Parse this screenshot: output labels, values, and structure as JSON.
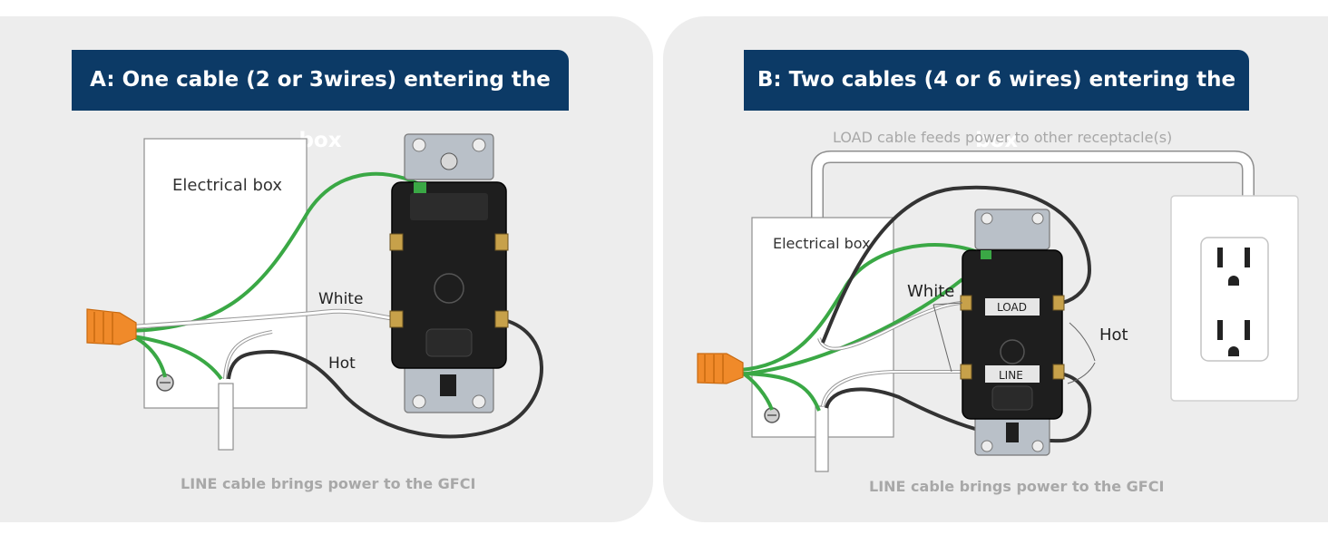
{
  "panel_a": {
    "title": "A: One cable (2 or 3wires) entering the box",
    "box_label": "Electrical box",
    "white_label": "White",
    "hot_label": "Hot",
    "caption": "LINE cable brings power to the GFCI"
  },
  "panel_b": {
    "title": "B: Two cables (4 or 6 wires) entering the box",
    "load_caption": "LOAD cable feeds power to other receptacle(s)",
    "box_label": "Electrical box",
    "white_label": "White",
    "hot_label": "Hot",
    "load_tag": "LOAD",
    "line_tag": "LINE",
    "caption": "LINE cable brings power to the GFCI"
  },
  "colors": {
    "banner": "#0c3a66",
    "ground_wire": "#3aa845",
    "hot_wire": "#333333",
    "connector": "#f08a2a"
  }
}
